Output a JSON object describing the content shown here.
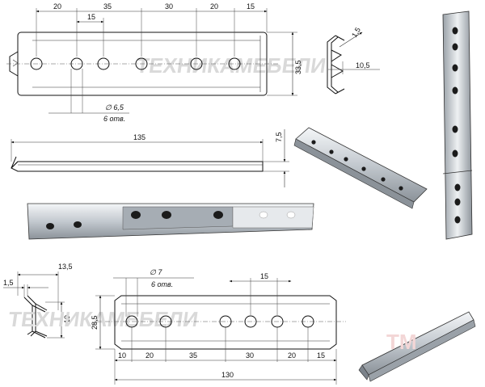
{
  "watermark": {
    "top_view": "ТЕХНИКАМЕБЕЛИ",
    "bottom_view": "ТЕХНИКАМЕБЕЛИ"
  },
  "top_view": {
    "dims_top": [
      "20",
      "35",
      "30",
      "20",
      "15"
    ],
    "dim_pitch": "15",
    "dim_height": "33,5",
    "hole_dia": "∅ 6,5",
    "hole_count": "6 отв."
  },
  "section_small": {
    "dim_wall": "1,5",
    "dim_width": "10,5"
  },
  "side_view": {
    "dim_length": "135",
    "dim_height": "7,5"
  },
  "section_large": {
    "dim_top": "13,5",
    "dim_wall": "1,5",
    "dim_height": "19"
  },
  "bottom_view": {
    "hole_dia": "∅ 7",
    "hole_count": "6 отв.",
    "dim_pitch": "15",
    "dim_height": "28,5",
    "dims_bottom": [
      "10",
      "20",
      "35",
      "30",
      "20",
      "15"
    ],
    "dim_length": "130"
  },
  "colors": {
    "metal_light": "#e8ebee",
    "metal_mid": "#b7bdc4",
    "metal_dark": "#6f767e",
    "hole": "#1b1b1b"
  }
}
